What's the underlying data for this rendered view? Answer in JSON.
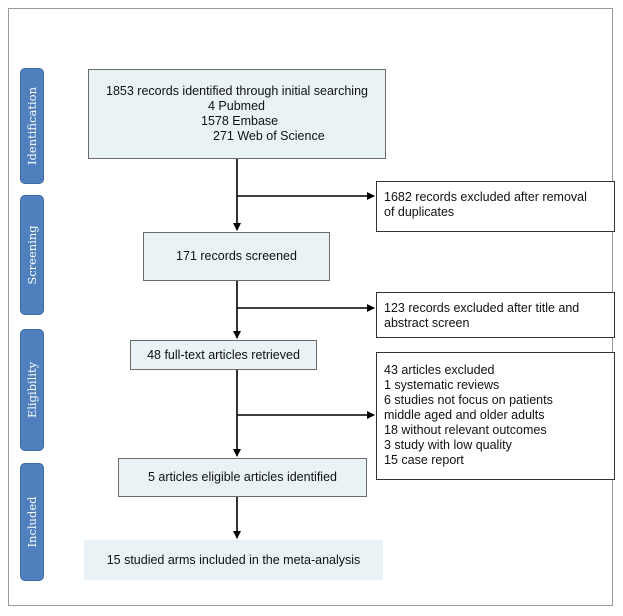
{
  "stages": [
    {
      "id": "identification",
      "label": "Identification"
    },
    {
      "id": "screening",
      "label": "Screening"
    },
    {
      "id": "eligibility",
      "label": "Eligibility"
    },
    {
      "id": "included",
      "label": "Included"
    }
  ],
  "identification": {
    "title": "1853 records identified through initial searching",
    "sources": [
      "4  Pubmed",
      "1578 Embase",
      "271 Web of Science"
    ]
  },
  "excluded_duplicates": {
    "line1": "1682 records excluded after removal",
    "line2": "of duplicates"
  },
  "screened": {
    "label": "171 records screened"
  },
  "excluded_title_abstract": {
    "line1": "123 records excluded after title and",
    "line2": "abstract screen"
  },
  "full_text": {
    "label": "48 full-text articles retrieved"
  },
  "excluded_full_text": {
    "lines": [
      "43 articles excluded",
      "1 systematic reviews",
      "6 studies not focus on patients",
      "middle aged and older adults",
      "18 without relevant outcomes",
      "3 study with low quality",
      "15 case report"
    ]
  },
  "eligible": {
    "label": "5 articles eligible articles identified"
  },
  "included": {
    "label": "15 studied arms included in the meta-analysis"
  },
  "colors": {
    "stage_fill": "#4f80bd",
    "box_fill": "#e9f3f5",
    "line": "#000000"
  }
}
